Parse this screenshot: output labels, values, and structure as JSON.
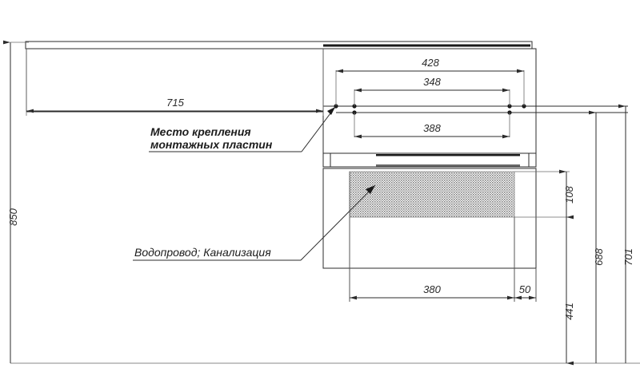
{
  "drawing": {
    "type": "technical-dimension-drawing",
    "subject": "Bathroom vanity cabinet installation drawing (front elevation)",
    "background_color": "#ffffff",
    "line_color": "#2b2b2b",
    "hatch_color": "#8c8c8c",
    "units": "mm"
  },
  "dimensions": {
    "width_715": "715",
    "width_428": "428",
    "width_348": "348",
    "width_388": "388",
    "width_380": "380",
    "width_50": "50",
    "height_850": "850",
    "height_108": "108",
    "height_688": "688",
    "height_701": "701",
    "height_441": "441"
  },
  "annotations": {
    "mount_plates_line1": "Место крепления",
    "mount_plates_line2": "монтажных пластин",
    "plumbing": "Водопровод; Канализация"
  }
}
